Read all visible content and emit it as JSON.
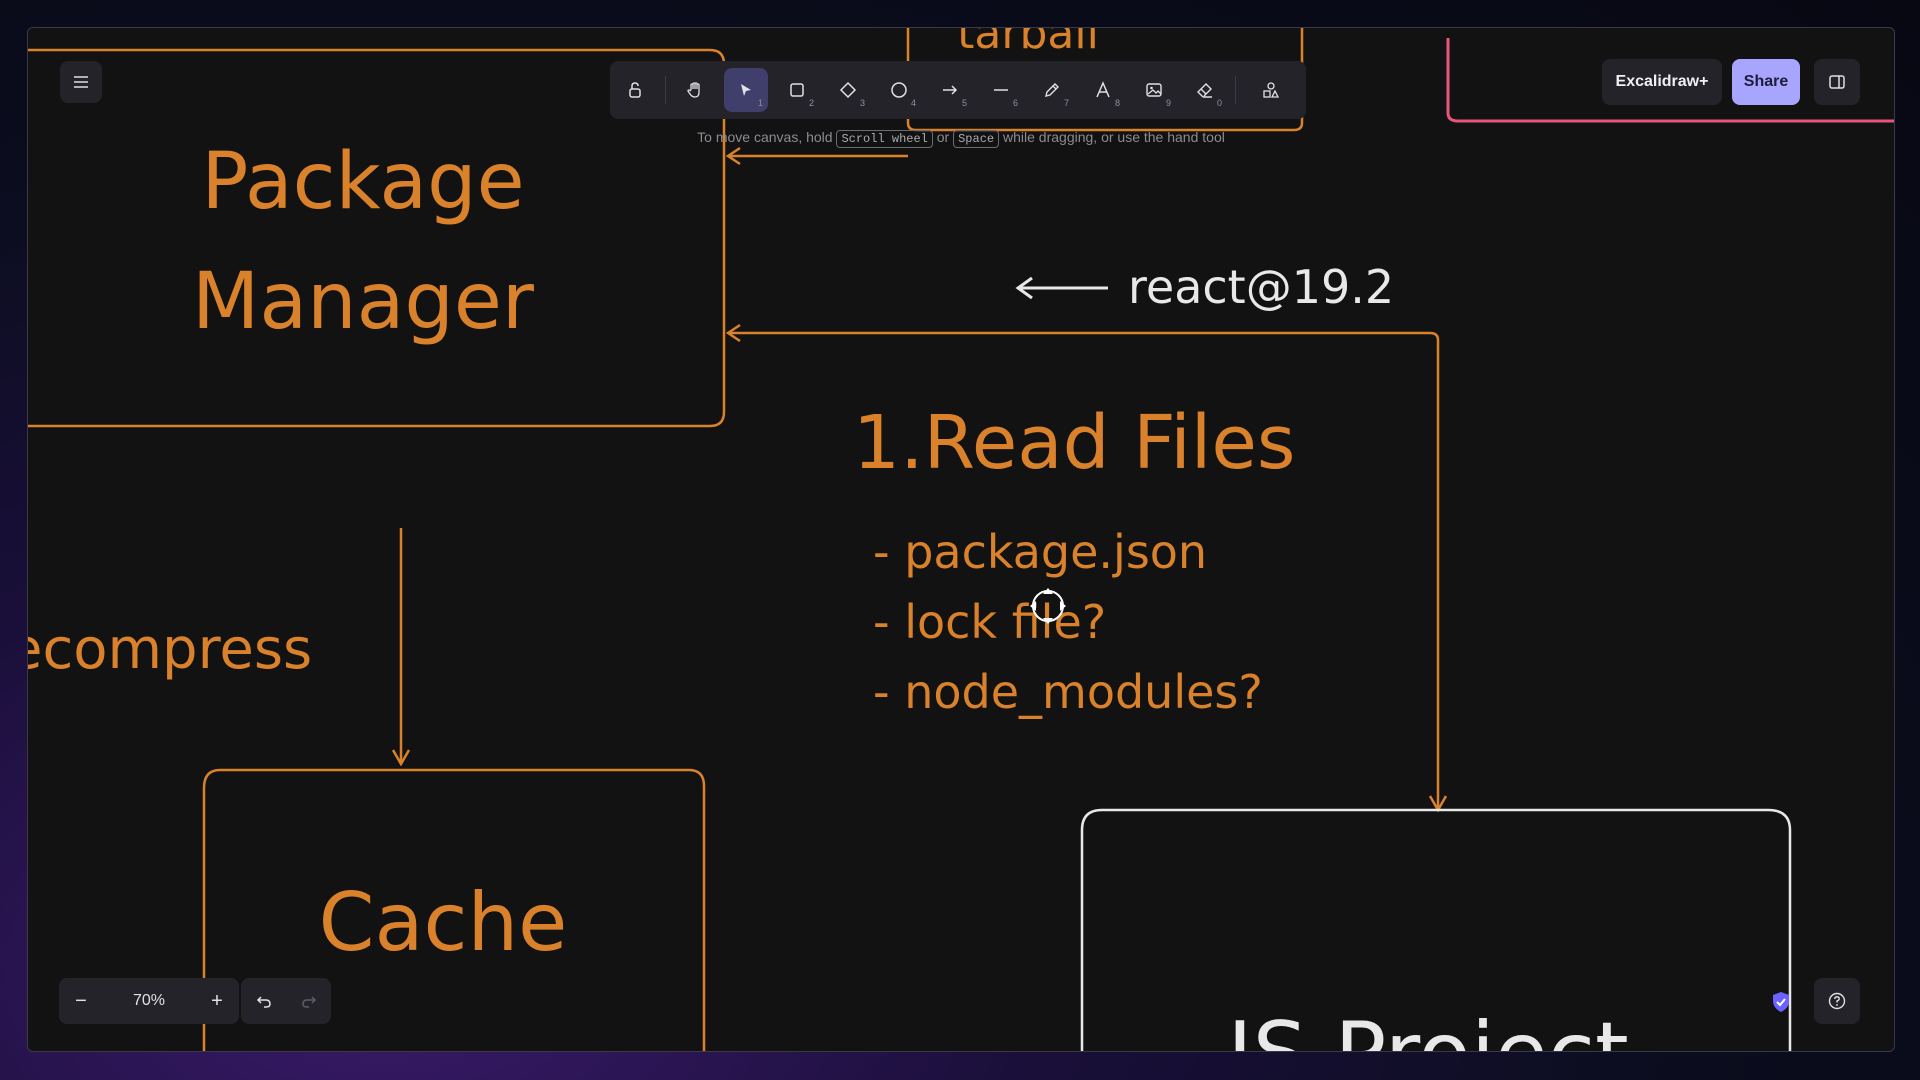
{
  "toolbar": {
    "tools": [
      {
        "name": "lock",
        "num": ""
      },
      {
        "name": "hand",
        "num": ""
      },
      {
        "name": "selection",
        "num": "1"
      },
      {
        "name": "rectangle",
        "num": "2"
      },
      {
        "name": "diamond",
        "num": "3"
      },
      {
        "name": "ellipse",
        "num": "4"
      },
      {
        "name": "arrow",
        "num": "5"
      },
      {
        "name": "line",
        "num": "6"
      },
      {
        "name": "draw",
        "num": "7"
      },
      {
        "name": "text",
        "num": "8"
      },
      {
        "name": "image",
        "num": "9"
      },
      {
        "name": "eraser",
        "num": "0"
      },
      {
        "name": "extra-tools",
        "num": ""
      }
    ],
    "active_tool": "selection"
  },
  "hint": {
    "prefix": "To move canvas, hold",
    "key1": "Scroll wheel",
    "or": "or",
    "key2": "Space",
    "suffix": "while dragging, or use the hand tool"
  },
  "header": {
    "excalidraw_plus": "Excalidraw+",
    "share": "Share"
  },
  "footer": {
    "zoom_level": "70%",
    "zoom_out": "−",
    "zoom_in": "+"
  },
  "diagram": {
    "top_label_partial": "tarball",
    "package_manager_line1": "Package",
    "package_manager_line2": "Manager",
    "version_label": "react@19.2",
    "read_files_title": "1.Read Files",
    "read_files_items": [
      "- package.json",
      "- lock file?",
      "- node_modules?"
    ],
    "decompress_partial": "ecompress",
    "cache_label": "Cache",
    "bottom_right_partial": "JS Project"
  },
  "colors": {
    "canvas_bg": "#121212",
    "orange": "#d9822b",
    "white": "#e8e8e8",
    "pink": "#e8557a",
    "accent": "#a8a5ff",
    "island": "#232329"
  }
}
